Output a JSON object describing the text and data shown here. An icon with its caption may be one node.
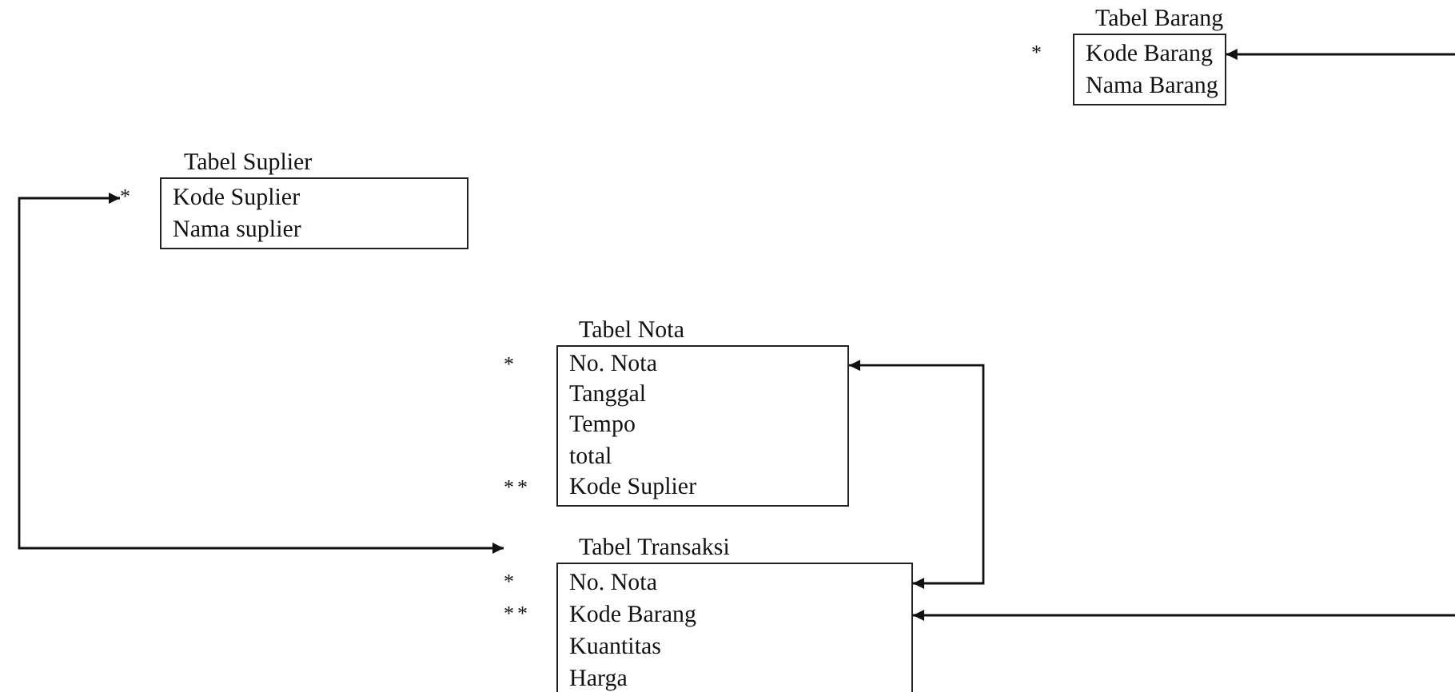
{
  "diagram": {
    "nodes": [
      {
        "text": [
          "Tabel Barang",
          "Kode Barang",
          "Nama Barang"
        ]
      },
      {
        "text": [
          "Tabel Suplier",
          "Kode Suplier",
          "Nama suplier"
        ]
      },
      {
        "text": [
          "Tabel Nota",
          "No. Nota",
          "Tanggal",
          "Tempo",
          "total",
          "Kode Suplier"
        ]
      },
      {
        "text": [
          "Tabel Transaksi",
          "No. Nota",
          "Kode Barang",
          "Kuantitas",
          "Harga"
        ]
      }
    ],
    "edges": [
      {
        "from": 1,
        "to": 3,
        "arrow": "both"
      },
      {
        "from": 2,
        "to": 3,
        "arrow": "both"
      },
      {
        "from": null,
        "to": 0,
        "arrow": "to"
      },
      {
        "from": null,
        "to": 3,
        "arrow": "to"
      }
    ],
    "labels": [
      "*",
      "*",
      "*",
      "**",
      "*",
      "**"
    ]
  }
}
